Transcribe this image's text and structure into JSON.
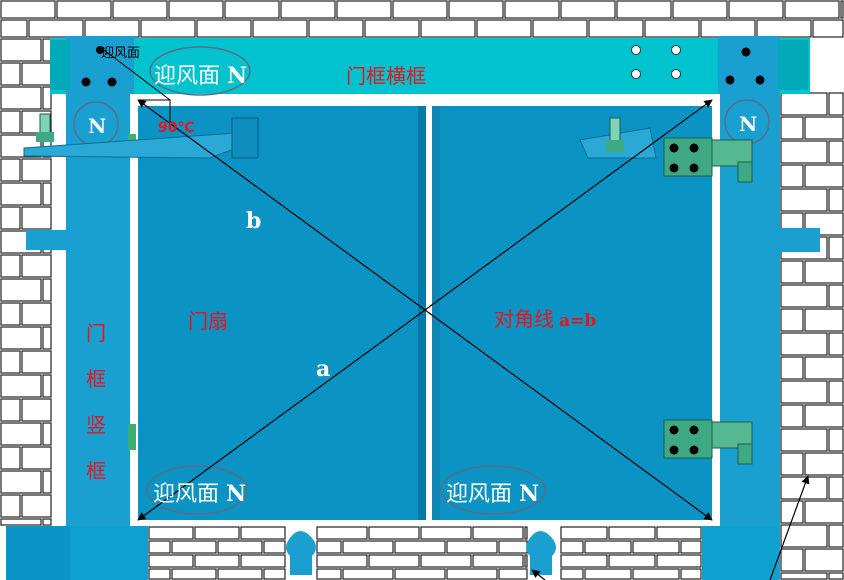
{
  "labels": {
    "top_small": "迎风面",
    "transom": "门框横框",
    "door_leaf": "门扇",
    "diagonal": "对角线",
    "diagonal_eq": "a=b",
    "diag_a": "a",
    "diag_b": "b",
    "angle": "90℃",
    "jamb": [
      "门",
      "框",
      "竖",
      "框"
    ],
    "windward": "迎风面",
    "n": "N"
  },
  "colors": {
    "frame": "#00c3cf",
    "panel": "#0a93c3",
    "jamb": "#1aa0d0",
    "label_red": "#e8141c"
  }
}
